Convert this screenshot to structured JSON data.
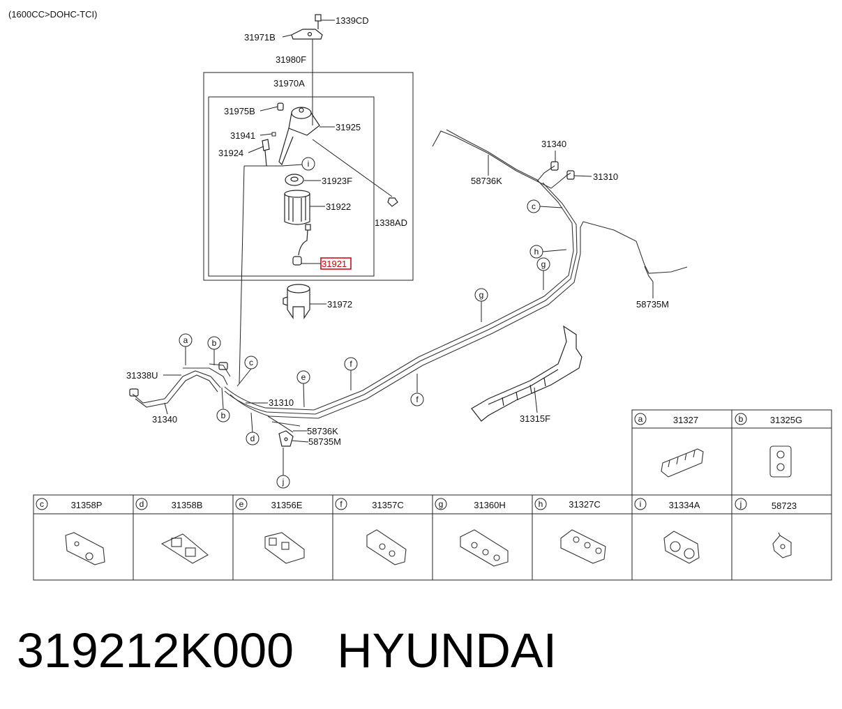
{
  "engine_label": "(1600CC>DOHC-TCI)",
  "highlight_color": "#cc0000",
  "labels": {
    "p1339CD": "1339CD",
    "p31971B": "31971B",
    "p31980F": "31980F",
    "p31970A": "31970A",
    "p31975B": "31975B",
    "p31925": "31925",
    "p31941": "31941",
    "p31924": "31924",
    "p31923F": "31923F",
    "p31922": "31922",
    "p1338AD": "1338AD",
    "p31921": "31921",
    "p31972": "31972",
    "p31338U": "31338U",
    "p31340a": "31340",
    "p31310a": "31310",
    "p58736Ka": "58736K",
    "p58735Ma": "58735M",
    "p31315F": "31315F",
    "p31340b": "31340",
    "p31310b": "31310",
    "p58736Kb": "58736K",
    "p58735Mb": "58735M"
  },
  "callouts": {
    "a": "a",
    "b": "b",
    "c": "c",
    "d": "d",
    "e": "e",
    "f": "f",
    "g": "g",
    "h": "h",
    "i": "i",
    "j": "j"
  },
  "legend": {
    "top_row": [
      {
        "letter": "a",
        "part": "31327"
      },
      {
        "letter": "b",
        "part": "31325G"
      }
    ],
    "bottom_row": [
      {
        "letter": "c",
        "part": "31358P"
      },
      {
        "letter": "d",
        "part": "31358B"
      },
      {
        "letter": "e",
        "part": "31356E"
      },
      {
        "letter": "f",
        "part": "31357C"
      },
      {
        "letter": "g",
        "part": "31360H"
      },
      {
        "letter": "h",
        "part": "31327C"
      },
      {
        "letter": "i",
        "part": "31334A"
      },
      {
        "letter": "j",
        "part": "58723"
      }
    ]
  },
  "footer": {
    "part_number": "319212K000",
    "brand": "HYUNDAI"
  }
}
